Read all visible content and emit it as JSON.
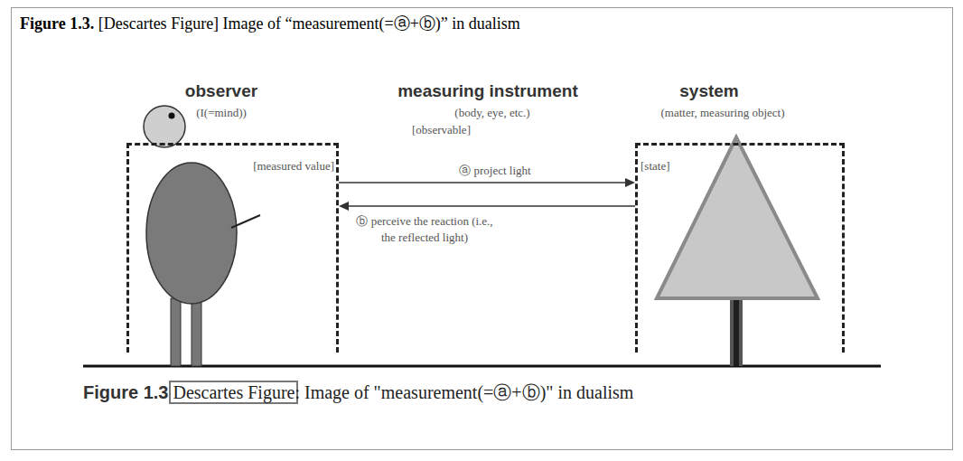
{
  "diagram": {
    "title": "Figure 1.3. [Descartes Figure] Image of “measurement(=ⓐ+ⓑ)” in dualism",
    "caption": "Figure 1.3 Descartes Figure: Image of \"measurement(=ⓐ+ⓑ)\" in dualism",
    "nodes": [
      {
        "text": [
          "observer",
          "(I(=mind))",
          "[measured value]"
        ]
      },
      {
        "text": [
          "system",
          "(matter, measuring object)",
          "[state]"
        ]
      }
    ],
    "edges": [
      {
        "from": 0,
        "to": 1,
        "arrow": "to",
        "label": "ⓐ project light"
      },
      {
        "from": 1,
        "to": 0,
        "arrow": "to",
        "label": "ⓑ perceive the reaction (i.e., the reflected light)"
      }
    ],
    "labels": [
      "measuring instrument",
      "(body, eye, etc.)",
      "[observable]"
    ]
  }
}
